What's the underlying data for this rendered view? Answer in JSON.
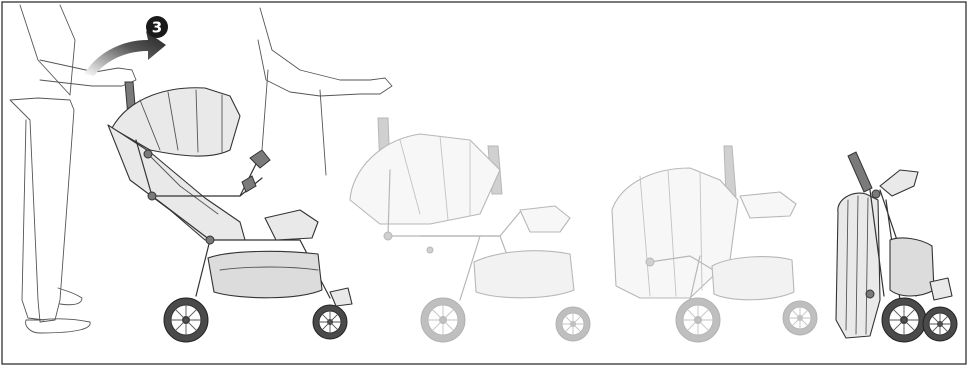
{
  "step_marker": {
    "number": "3",
    "icon": "curved-arrow-icon"
  },
  "panels": [
    {
      "id": "stroller-stage-1",
      "state": "unfolded, hand pulling handlebar"
    },
    {
      "id": "stroller-stage-2",
      "state": "folding"
    },
    {
      "id": "stroller-stage-3",
      "state": "folding further"
    },
    {
      "id": "stroller-stage-4",
      "state": "fully folded"
    }
  ],
  "colors": {
    "line": "#333333",
    "fabric": "#e9e9e9",
    "ghost_opacity": "0.35",
    "badge": "#1a1a1a"
  }
}
